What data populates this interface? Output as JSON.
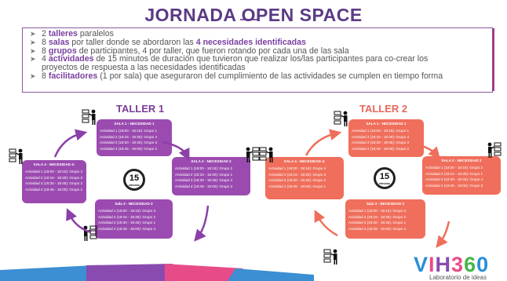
{
  "title": "JORNADA OPEN SPACE",
  "bullets": [
    {
      "pre": "2 ",
      "hl": "talleres",
      "post": " paralelos"
    },
    {
      "pre": "8 ",
      "hl": "salas",
      "post": " por taller donde se abordaron las ",
      "hl2": "4 necesidades identificadas",
      "post2": ""
    },
    {
      "pre": "8 ",
      "hl": "grupos",
      "post": " de participantes, 4 por taller, que fueron rotando por cada una de las sala"
    },
    {
      "pre": "4 ",
      "hl": "actividades",
      "post": " de 15 minutos de duración que tuvieron que realizar los/las participantes para co-crear los"
    },
    {
      "pre": "proyectos de respuesta a las necesidades identificadas",
      "hl": "",
      "post": "",
      "continuation": true
    },
    {
      "pre": "8 ",
      "hl": "facilitadores",
      "post": " (1 por sala) que aseguraron del cumplimiento de las actividades se cumplen en tiempo forma"
    }
  ],
  "taller1": {
    "title": "TALLER 1",
    "sala1": {
      "header": "SALA 1 - NECESIDAD 1",
      "rows": [
        "Actividad 1 (18:00 - 18:15): Grupo 1",
        "Actividad 2 (18:15 - 18:30): Grupo 4",
        "Actividad 3 (18:30 - 18:45): Grupo 3",
        "Actividad 4 (18:45 - 19:00): Grupo 2"
      ]
    },
    "sala2": {
      "header": "SALA 2 - NECESIDAD 2",
      "rows": [
        "Actividad 1 (18:00 - 18:15): Grupo 2",
        "Actividad 2 (18:15 - 18:30): Grupo 1",
        "Actividad 3 (18:30 - 18:45): Grupo 4",
        "Actividad 4 (18:45 - 19:00): Grupo 3"
      ]
    },
    "sala3": {
      "header": "Sala 3 - NECESIDAD 3",
      "rows": [
        "Actividad 1 (18:00 - 18:15): Grupo 3",
        "Actividad 2 (18:15 - 18:30): Grupo 2",
        "Actividad 3 (18:30 - 18:45): Grupo 1",
        "Actividad 4 (18:45 - 19:00): Grupo 4"
      ]
    },
    "sala4": {
      "header": "SALA 4 - NECESIDAD 4:",
      "rows": [
        "Actividad 1 (18:00 - 18:15): Grupo 4",
        "Actividad 2 (18:15 - 18:30): Grupo 3",
        "Actividad 3 (18:30 - 18:45): Grupo 2",
        "Actividad 4 (18:45 - 19:00): Grupo 1"
      ]
    }
  },
  "taller2": {
    "title": "TALLER 2",
    "sala1": {
      "header": "SALA 1 - NECESIDAD 1",
      "rows": [
        "Actividad 1 (18:00 - 18:15): Grupo 1",
        "Actividad 2 (18:15 - 18:30): Grupo 4",
        "Actividad 3 (18:30 - 18:45): Grupo 3",
        "Actividad 4 (18:45 - 19:00): Grupo 2"
      ]
    },
    "sala2": {
      "header": "SALA 2 - NECESIDAD 2",
      "rows": [
        "Actividad 1 (18:00 - 18:15): Grupo 2",
        "Actividad 2 (18:15 - 18:30): Grupo 1",
        "Actividad 3 (18:30 - 18:45): Grupo 4",
        "Actividad 4 (18:45 - 19:00): Grupo 3"
      ]
    },
    "sala3": {
      "header": "Sala 3 - NECESIDAD 3",
      "rows": [
        "Actividad 1 (18:00 - 18:15): Grupo 3",
        "Actividad 2 (18:15 - 18:30): Grupo 2",
        "Actividad 3 (18:30 - 18:45): Grupo 1",
        "Actividad 4 (18:45 - 19:00): Grupo 4"
      ]
    },
    "sala4": {
      "header": "SALA 4 - NECESIDAD 4:",
      "rows": [
        "Actividad 1 (18:00 - 18:15): Grupo 4",
        "Actividad 2 (18:15 - 18:30): Grupo 3",
        "Actividad 3 (18:30 - 18:45): Grupo 2",
        "Actividad 4 (18:45 - 19:00): Grupo 1"
      ]
    }
  },
  "clock": {
    "number": "15",
    "unit": "minutos"
  },
  "logo": {
    "text": "VIH360",
    "subtitle": "Laboratorio de ideas"
  },
  "colors": {
    "purple": "#9b4bb0",
    "coral": "#ef6f5c",
    "title": "#5b3a86",
    "highlight": "#7b3fa0"
  },
  "icons": [
    "facilitator-board-icon",
    "clock-15-icon",
    "bullet-arrow-icon",
    "cycle-arrow-icon"
  ]
}
